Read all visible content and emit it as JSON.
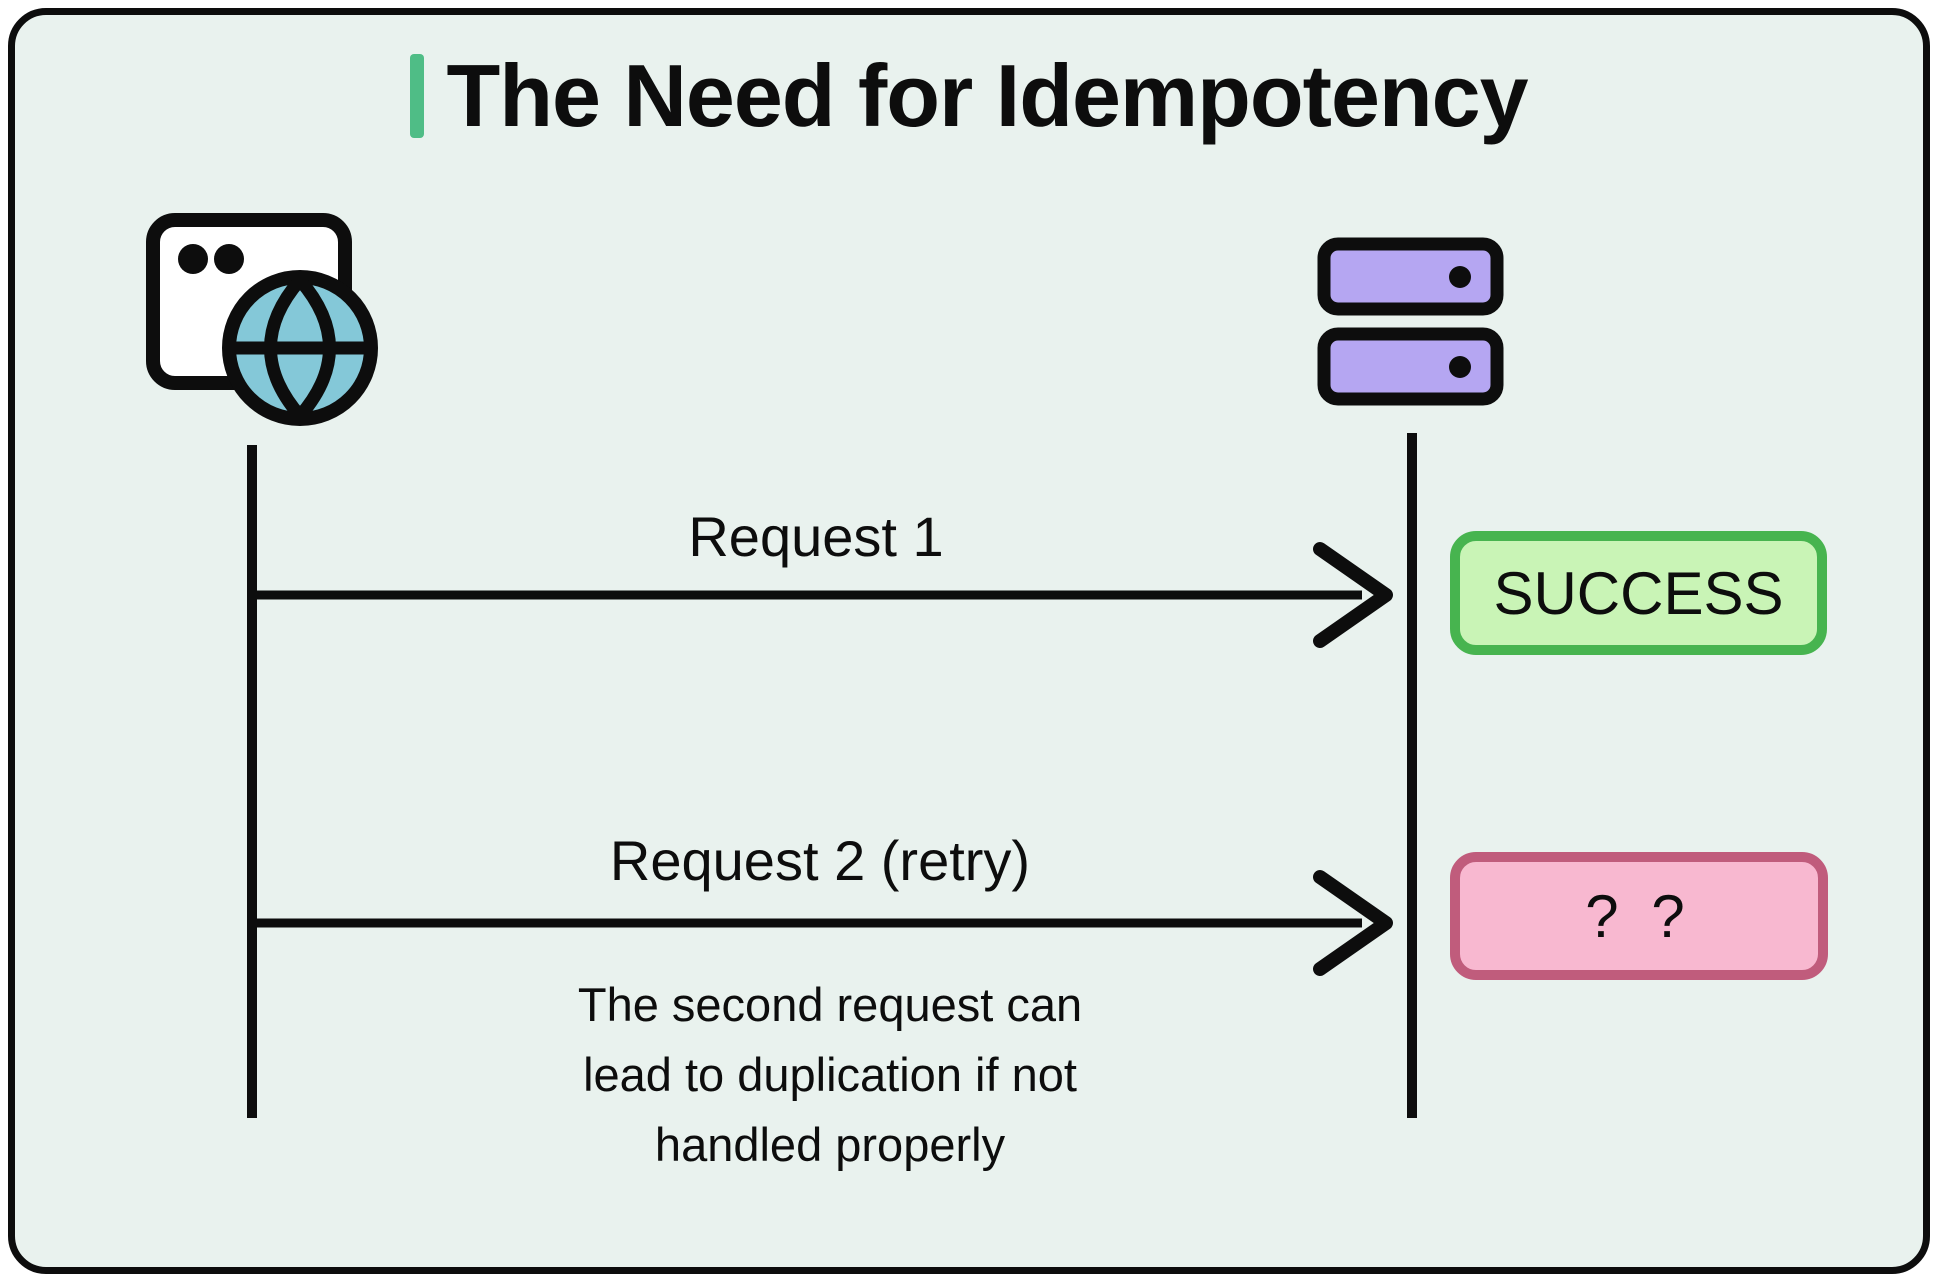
{
  "title": {
    "text": "The Need for Idempotency"
  },
  "diagram": {
    "client_icon": "browser-globe-icon",
    "server_icon": "server-stack-icon",
    "messages": [
      {
        "label": "Request 1",
        "result": "SUCCESS",
        "result_type": "success"
      },
      {
        "label": "Request 2 (retry)",
        "result": "? ?",
        "result_type": "unknown"
      }
    ],
    "note_lines": [
      "The second request can",
      "lead to duplication if not",
      "handled properly"
    ]
  },
  "colors": {
    "background": "#e9f2ee",
    "outline": "#0d0d0d",
    "title_accent": "#4fbd86",
    "globe_teal": "#84c8d8",
    "window_fill": "#ffffff",
    "server_purple": "#b5a6f2",
    "success_fill": "#c9f4b6",
    "success_border": "#47b44f",
    "unknown_fill": "#f8b8d0",
    "unknown_border": "#c05c7c"
  }
}
